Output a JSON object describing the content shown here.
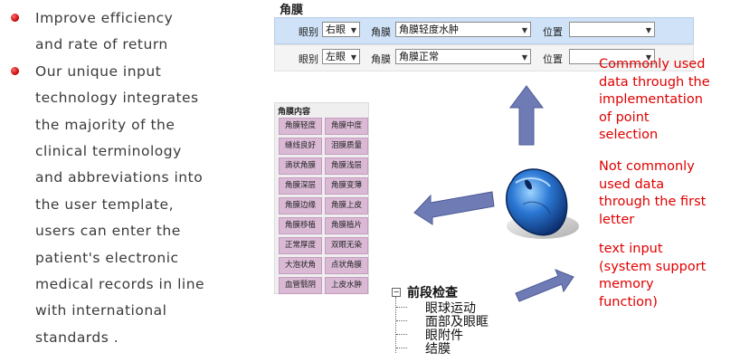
{
  "bullets": [
    {
      "text": "Improve efficiency\nand rate of return"
    },
    {
      "text": "Our unique input\ntechnology integrates\nthe majority  of the\nclinical terminology\nand abbreviations  into\nthe user template,\nusers can enter the\npatient's electronic\nmedical records  in line\nwith international\nstandards ."
    }
  ],
  "cornea_form": {
    "title": "角膜",
    "rows": [
      {
        "eye_label": "眼别",
        "eye_value": "右眼",
        "cornea_label": "角膜",
        "cornea_value": "角膜轻度水肿",
        "position_label": "位置",
        "position_value": ""
      },
      {
        "eye_label": "眼别",
        "eye_value": "左眼",
        "cornea_label": "角膜",
        "cornea_value": "角膜正常",
        "position_label": "位置",
        "position_value": ""
      }
    ]
  },
  "panel": {
    "title": "角膜内容",
    "chips": [
      "角膜轻度",
      "角膜中度",
      "缝线良好",
      "泪膜质量",
      "滴状角膜",
      "角膜浅层",
      "角膜深层",
      "角膜变薄",
      "角膜边缘",
      "角膜上皮",
      "角膜移植",
      "角膜植片",
      "正常厚度",
      "双眼无染",
      "大泡状角",
      "点状角膜",
      "血管翳阴",
      "上皮水肿"
    ]
  },
  "tree": {
    "root_label": "前段检查",
    "expander": "−",
    "items": [
      "眼球运动",
      "面部及眼眶",
      "眼附件",
      "结膜"
    ]
  },
  "annotations": {
    "point_selection": "Commonly used\ndata through the\nimplementation\nof point\nselection",
    "first_letter": "Not commonly\nused data\nthrough the first\nletter",
    "text_input": "text input\n(system support\nmemory\nfunction)"
  },
  "colors": {
    "red_text": "#e00000",
    "arrow_fill": "#6e7bb5",
    "form_row_highlight": "#cfe2f7",
    "chip_bg": "#d9b9d4"
  },
  "icons": {
    "bullet": "red-dot-icon",
    "mouse": "computer-mouse-icon",
    "arrows": "block-arrow-icon"
  }
}
